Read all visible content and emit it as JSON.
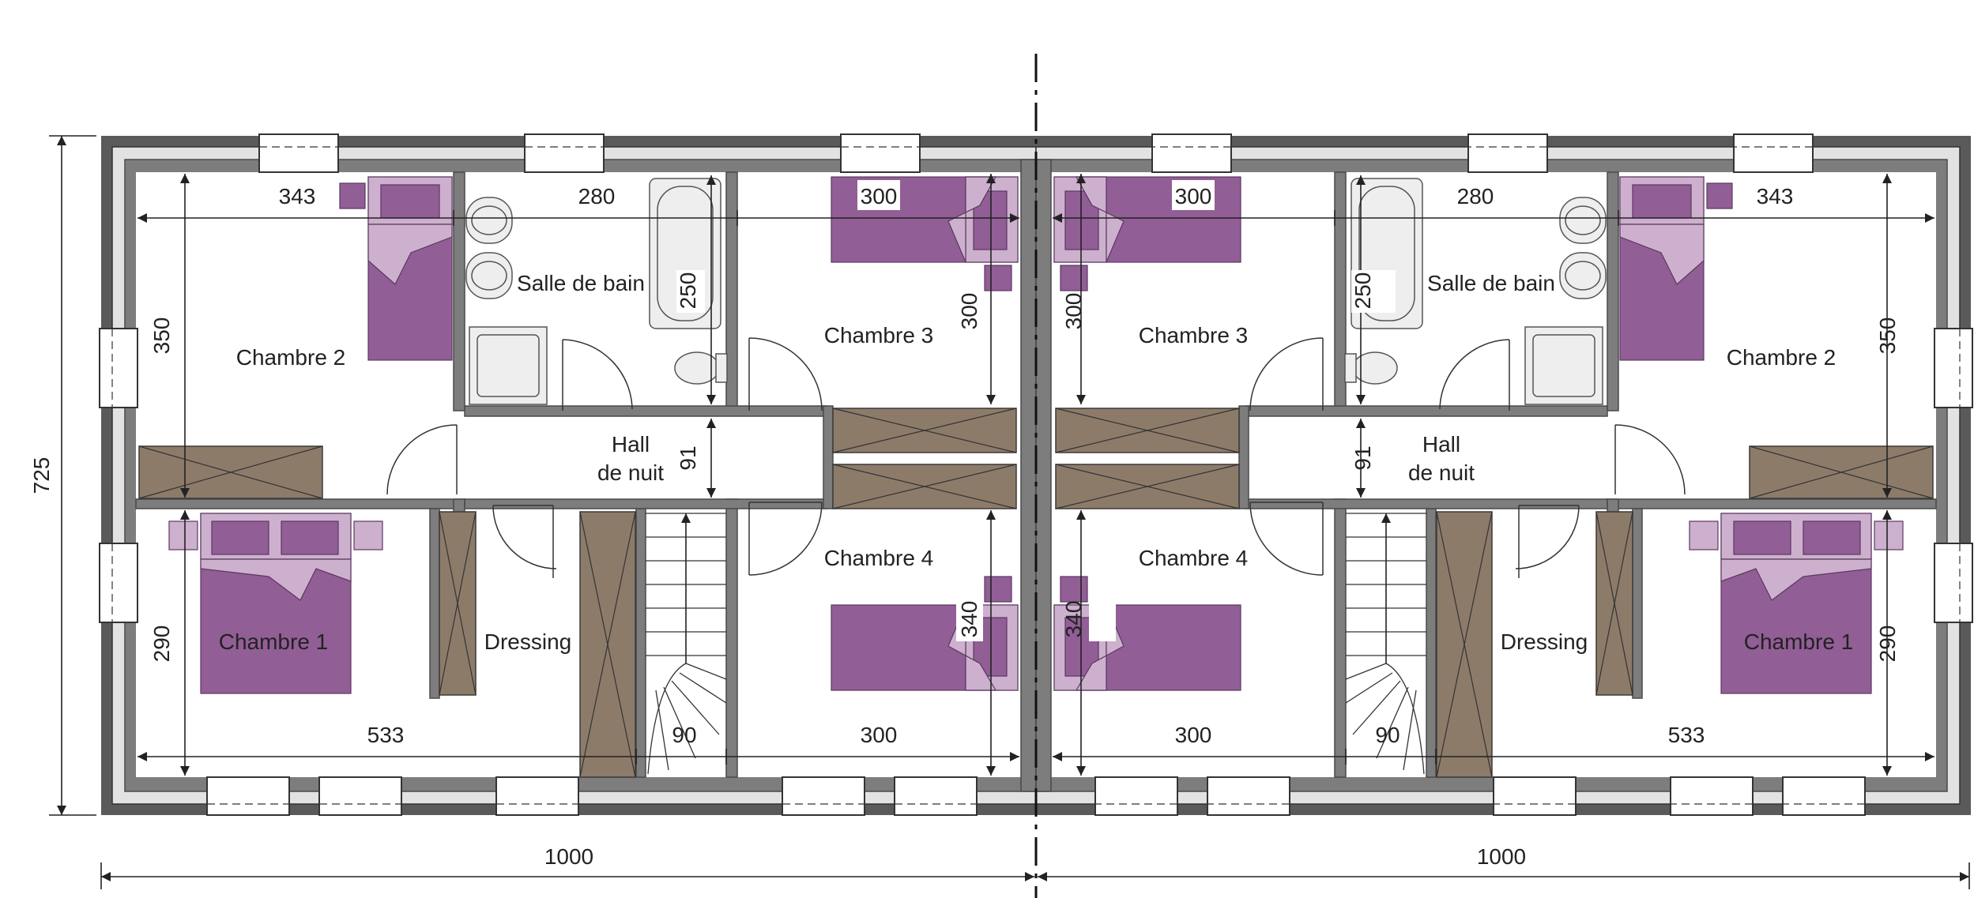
{
  "rooms": {
    "chambre_1": "Chambre 1",
    "chambre_2": "Chambre 2",
    "chambre_3": "Chambre 3",
    "chambre_4": "Chambre 4",
    "salle_de_bain": "Salle de bain",
    "dressing": "Dressing",
    "hall_line1": "Hall",
    "hall_line2": "de nuit"
  },
  "dimensions": {
    "overall_height": "725",
    "half_width": "1000",
    "chambre_2_width": "343",
    "bath_width": "280",
    "chambre_3_width": "300",
    "chambre_2_depth": "350",
    "bath_tub_length": "250",
    "chambre_3_depth": "300",
    "hall_depth": "91",
    "chambre_1_depth": "290",
    "chambre_1_dressing_width": "533",
    "stair_width": "90",
    "chambre_4_width": "300",
    "chambre_4_depth": "340"
  },
  "colors": {
    "bed": "#925e96",
    "bed_light": "#cdb0cd",
    "closet": "#8d7b6a",
    "wall": "#7d7d7d"
  }
}
